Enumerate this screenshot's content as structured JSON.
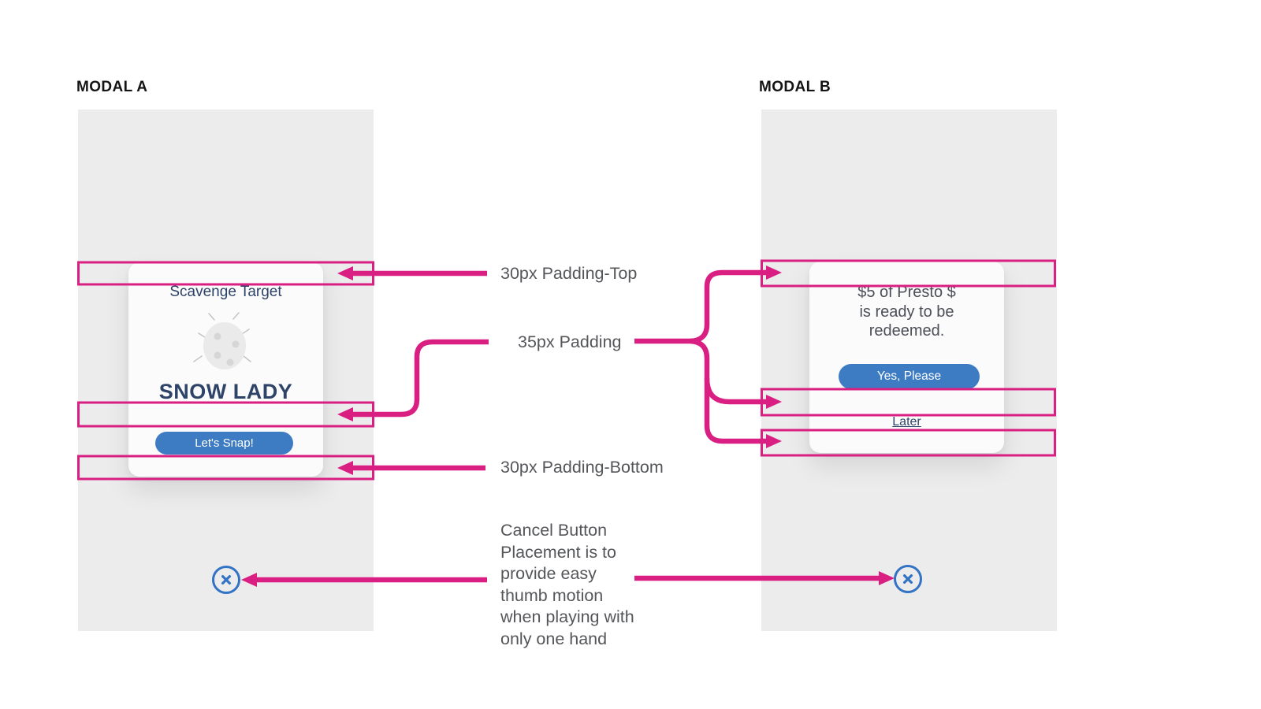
{
  "modal_a": {
    "label": "MODAL A",
    "card": {
      "title": "Scavenge Target",
      "target_icon": "ladybug",
      "target_name": "SNOW LADY",
      "button_label": "Let's Snap!"
    },
    "close_icon": "x-in-circle"
  },
  "modal_b": {
    "label": "MODAL B",
    "card": {
      "message_lines": [
        "$5 of Presto $",
        "is ready to be",
        "redeemed."
      ],
      "button_label": "Yes, Please",
      "later_label": "Later"
    },
    "close_icon": "x-in-circle"
  },
  "annotations": {
    "padding_top": "30px Padding-Top",
    "padding_middle": "35px Padding",
    "padding_bottom": "30px Padding-Bottom",
    "cancel_note_lines": [
      "Cancel Button",
      "Placement is to",
      "provide easy",
      "thumb motion",
      "when playing with",
      "only one hand"
    ]
  },
  "colors": {
    "annotation_pink": "#d91f82",
    "button_blue": "#3d7cc3",
    "close_blue": "#3273c5",
    "navy_text": "#2e4368",
    "phone_background": "#ececec"
  }
}
